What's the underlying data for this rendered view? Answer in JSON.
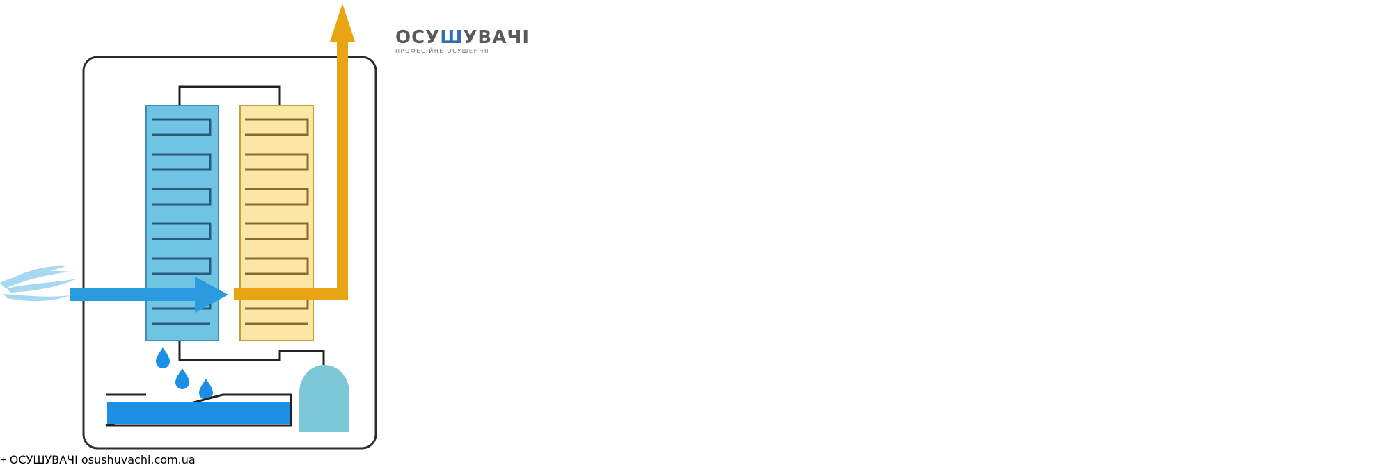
{
  "brand": {
    "logo_prefix": "ОСУ",
    "logo_highlight": "Ш",
    "logo_suffix": "УВАЧІ",
    "logo_tagline": "ПРОФЕСІЙНЕ ОСУШЕННЯ"
  },
  "seal": {
    "top_text": "ОСУШУВАЧІ",
    "bottom_text": "osushuvachi.com.ua",
    "icon": "globe-icon"
  },
  "colors": {
    "cold_coil": "#6fc3e3",
    "hot_coil": "#fde7a6",
    "warm_air": "#e8a413",
    "airflow": "#2b9be0",
    "water": "#1a8fe3",
    "tank": "#7cc8d8",
    "heater_line": "#c4521a",
    "wheel": "#b5b3b6",
    "inflow_arrow": "#1f3f99",
    "outflow_arrow": "#f4b51f",
    "return_arrow": "#e5cbbd"
  },
  "icons": [
    "air-wisp-icon",
    "water-drop-icon",
    "snowflake-icon",
    "flame-icon",
    "fan-icon",
    "globe-icon"
  ]
}
